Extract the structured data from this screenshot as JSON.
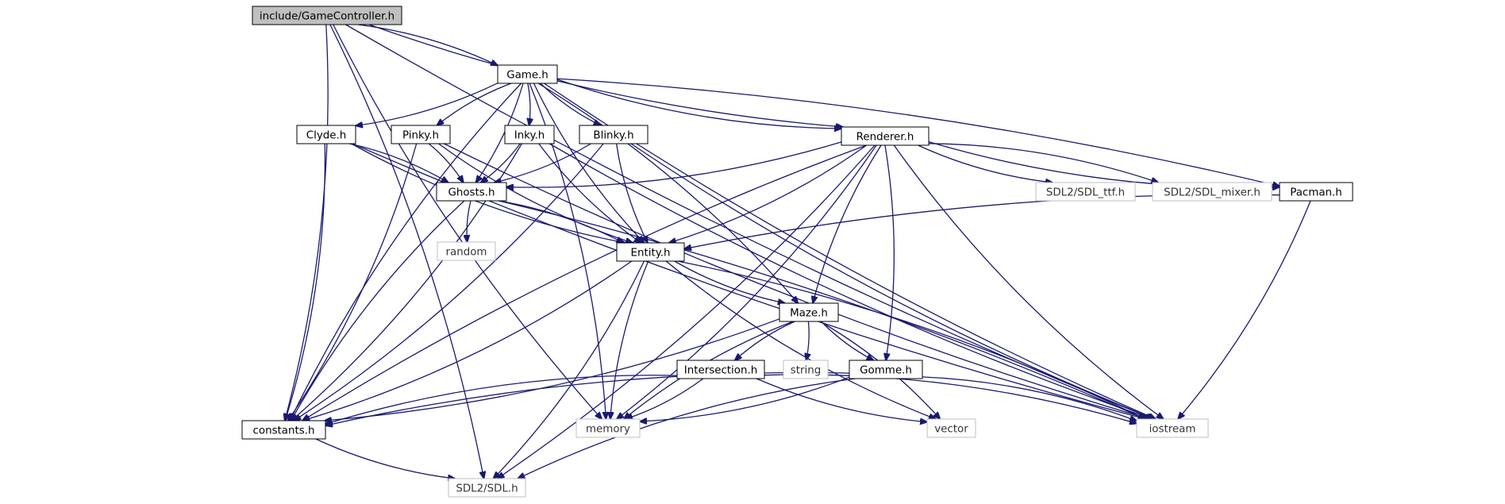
{
  "colors": {
    "edge": "#191970",
    "node_border": "#000000",
    "external_border": "#bfbfbf",
    "root_fill": "#bfbfbf",
    "node_fill": "#ffffff"
  },
  "nodes": [
    {
      "id": "gc",
      "label": "include/GameController.h",
      "kind": "root"
    },
    {
      "id": "game",
      "label": "Game.h",
      "kind": "internal"
    },
    {
      "id": "renderer",
      "label": "Renderer.h",
      "kind": "internal"
    },
    {
      "id": "clyde",
      "label": "Clyde.h",
      "kind": "internal"
    },
    {
      "id": "pinky",
      "label": "Pinky.h",
      "kind": "internal"
    },
    {
      "id": "inky",
      "label": "Inky.h",
      "kind": "internal"
    },
    {
      "id": "blinky",
      "label": "Blinky.h",
      "kind": "internal"
    },
    {
      "id": "ghosts",
      "label": "Ghosts.h",
      "kind": "internal"
    },
    {
      "id": "pacman",
      "label": "Pacman.h",
      "kind": "internal"
    },
    {
      "id": "entity",
      "label": "Entity.h",
      "kind": "internal"
    },
    {
      "id": "maze",
      "label": "Maze.h",
      "kind": "internal"
    },
    {
      "id": "intersection",
      "label": "Intersection.h",
      "kind": "internal"
    },
    {
      "id": "gomme",
      "label": "Gomme.h",
      "kind": "internal"
    },
    {
      "id": "constants",
      "label": "constants.h",
      "kind": "internal"
    },
    {
      "id": "random",
      "label": "random",
      "kind": "external"
    },
    {
      "id": "string",
      "label": "string",
      "kind": "external"
    },
    {
      "id": "memory",
      "label": "memory",
      "kind": "external"
    },
    {
      "id": "vector",
      "label": "vector",
      "kind": "external"
    },
    {
      "id": "iostream",
      "label": "iostream",
      "kind": "external"
    },
    {
      "id": "sdl",
      "label": "SDL2/SDL.h",
      "kind": "external"
    },
    {
      "id": "sdlttf",
      "label": "SDL2/SDL_ttf.h",
      "kind": "external"
    },
    {
      "id": "sdlmixer",
      "label": "SDL2/SDL_mixer.h",
      "kind": "external"
    }
  ],
  "edges": [
    [
      "gc",
      "game"
    ],
    [
      "gc",
      "renderer"
    ],
    [
      "gc",
      "constants"
    ],
    [
      "gc",
      "memory"
    ],
    [
      "gc",
      "sdl"
    ],
    [
      "gc",
      "iostream"
    ],
    [
      "game",
      "clyde"
    ],
    [
      "game",
      "pinky"
    ],
    [
      "game",
      "inky"
    ],
    [
      "game",
      "blinky"
    ],
    [
      "game",
      "ghosts"
    ],
    [
      "game",
      "renderer"
    ],
    [
      "game",
      "pacman"
    ],
    [
      "game",
      "entity"
    ],
    [
      "game",
      "maze"
    ],
    [
      "game",
      "constants"
    ],
    [
      "game",
      "memory"
    ],
    [
      "game",
      "iostream"
    ],
    [
      "clyde",
      "ghosts"
    ],
    [
      "clyde",
      "entity"
    ],
    [
      "clyde",
      "constants"
    ],
    [
      "clyde",
      "iostream"
    ],
    [
      "pinky",
      "ghosts"
    ],
    [
      "pinky",
      "entity"
    ],
    [
      "pinky",
      "constants"
    ],
    [
      "pinky",
      "iostream"
    ],
    [
      "inky",
      "ghosts"
    ],
    [
      "inky",
      "entity"
    ],
    [
      "inky",
      "constants"
    ],
    [
      "inky",
      "iostream"
    ],
    [
      "blinky",
      "ghosts"
    ],
    [
      "blinky",
      "entity"
    ],
    [
      "blinky",
      "constants"
    ],
    [
      "blinky",
      "iostream"
    ],
    [
      "renderer",
      "ghosts"
    ],
    [
      "renderer",
      "pacman"
    ],
    [
      "renderer",
      "entity"
    ],
    [
      "renderer",
      "maze"
    ],
    [
      "renderer",
      "gomme"
    ],
    [
      "renderer",
      "constants"
    ],
    [
      "renderer",
      "memory"
    ],
    [
      "renderer",
      "sdlttf"
    ],
    [
      "renderer",
      "sdlmixer"
    ],
    [
      "renderer",
      "iostream"
    ],
    [
      "renderer",
      "sdl"
    ],
    [
      "ghosts",
      "random"
    ],
    [
      "ghosts",
      "entity"
    ],
    [
      "ghosts",
      "constants"
    ],
    [
      "ghosts",
      "iostream"
    ],
    [
      "pacman",
      "entity"
    ],
    [
      "pacman",
      "iostream"
    ],
    [
      "entity",
      "maze"
    ],
    [
      "entity",
      "constants"
    ],
    [
      "entity",
      "memory"
    ],
    [
      "entity",
      "sdl"
    ],
    [
      "entity",
      "vector"
    ],
    [
      "entity",
      "iostream"
    ],
    [
      "maze",
      "intersection"
    ],
    [
      "maze",
      "string"
    ],
    [
      "maze",
      "gomme"
    ],
    [
      "maze",
      "constants"
    ],
    [
      "maze",
      "memory"
    ],
    [
      "maze",
      "vector"
    ],
    [
      "intersection",
      "constants"
    ],
    [
      "intersection",
      "memory"
    ],
    [
      "intersection",
      "vector"
    ],
    [
      "intersection",
      "iostream"
    ],
    [
      "gomme",
      "constants"
    ],
    [
      "gomme",
      "memory"
    ],
    [
      "gomme",
      "sdl"
    ],
    [
      "gomme",
      "iostream"
    ],
    [
      "constants",
      "sdl"
    ]
  ]
}
